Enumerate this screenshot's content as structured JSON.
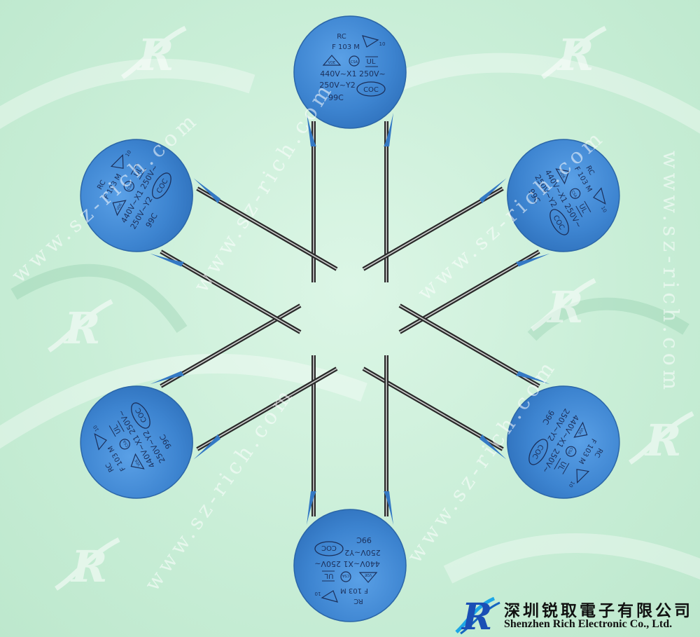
{
  "watermark": {
    "url": "www.sz-rich.com",
    "logo_letter": "R"
  },
  "capacitor": {
    "line1": "RC",
    "line2": "F 103 M",
    "line3": "440V~X1 250V~",
    "line4": "250V~Y2",
    "line5": "99C",
    "cert_coc": "COC",
    "cert_vde": "VDE",
    "cert_ul": "UL",
    "cert_csa": "CSA",
    "cert_10": "10"
  },
  "brand": {
    "name_cn": "深圳锐取電子有限公司",
    "name_en": "Shenzhen Rich Electronic Co., Ltd."
  },
  "colors": {
    "background": "#ccefd9",
    "capacitor_body": "#3f86d2",
    "lead_metal": "#2b2b2b"
  }
}
